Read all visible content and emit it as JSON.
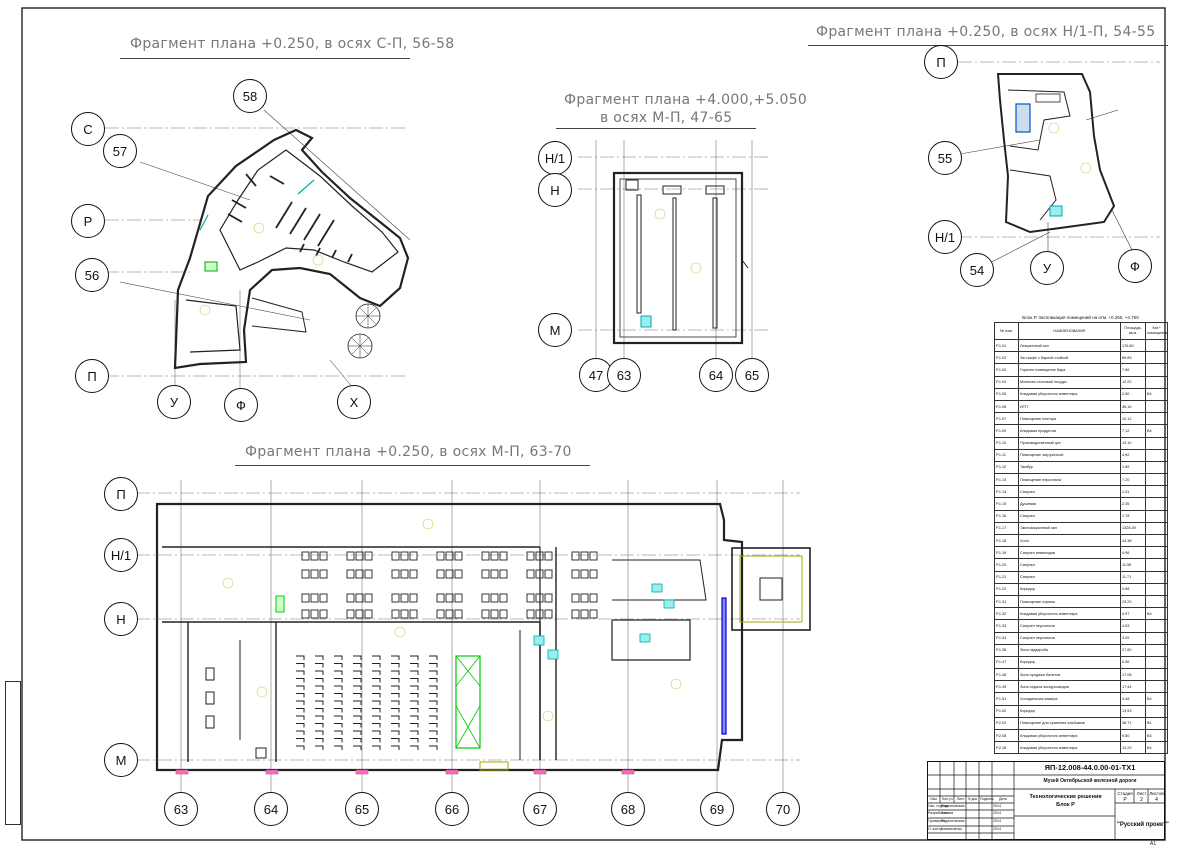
{
  "titles": {
    "plan_top_left": "Фрагмент плана +0.250, в осях С-П, 56-58",
    "plan_top_right": "Фрагмент плана +0.250, в осях Н/1-П, 54-55",
    "plan_mid_line1": "Фрагмент плана +4.000,+5.050",
    "plan_mid_line2": "в осях М-П, 47-65",
    "plan_bottom": "Фрагмент плана +0.250, в осях М-П, 63-70"
  },
  "axes": {
    "tl": [
      "58",
      "С",
      "57",
      "Р",
      "56",
      "П",
      "У",
      "Ф",
      "Х"
    ],
    "mid": [
      "Н/1",
      "Н",
      "М",
      "47",
      "63",
      "64",
      "65"
    ],
    "tr": [
      "П",
      "55",
      "Н/1",
      "54",
      "У",
      "Ф"
    ],
    "bottom": [
      "П",
      "Н/1",
      "Н",
      "М",
      "63",
      "64",
      "65",
      "66",
      "67",
      "68",
      "69",
      "70"
    ]
  },
  "explication": {
    "caption": "Блок Р. Экспликация помещений на отм. +0.250, +4.750",
    "headers": [
      "№ пом.",
      "НАИМЕНОВАНИЕ",
      "Площадь, кв.м.",
      "Кат.* помещения"
    ],
    "rows": [
      [
        "Р.1.01",
        "Лекционный зал",
        "176.80",
        ""
      ],
      [
        "Р.1.02",
        "Зал кафе с барной стойкой",
        "89.89",
        ""
      ],
      [
        "Р.1.03",
        "Горячее помещение бара",
        "7.86",
        ""
      ],
      [
        "Р.1.04",
        "Моечная столовой посуды",
        "12.22",
        ""
      ],
      [
        "Р.1.05",
        "Кладовая уборочного инвентаря",
        "2.50",
        "В4"
      ],
      [
        "Р.1.06",
        "ИТП",
        "36.15",
        ""
      ],
      [
        "Р.1.07",
        "Помещение лектора",
        "10.12",
        ""
      ],
      [
        "Р.1.09",
        "Кладовая продуктов",
        "7.12",
        "В4"
      ],
      [
        "Р.1.10",
        "Производственный цех",
        "13.10",
        ""
      ],
      [
        "Р.1.11",
        "Помещение загрузочной",
        "4.92",
        ""
      ],
      [
        "Р.1.12",
        "Тамбур",
        "1.89",
        ""
      ],
      [
        "Р.1.13",
        "Помещение персонала",
        "7.20",
        ""
      ],
      [
        "Р.1.14",
        "Санузел",
        "1.31",
        ""
      ],
      [
        "Р.1.15",
        "Душевая",
        "2.35",
        ""
      ],
      [
        "Р.1.16",
        "Санузел",
        "1.78",
        ""
      ],
      [
        "Р.1.17",
        "Экспозиционный зал",
        "1328.39",
        ""
      ],
      [
        "Р.1.18",
        "Холл",
        "34.38",
        ""
      ],
      [
        "Р.1.19",
        "Санузел инвалидов",
        "4.96",
        ""
      ],
      [
        "Р.1.20",
        "Санузел",
        "11.56",
        ""
      ],
      [
        "Р.1.21",
        "Санузел",
        "11.71",
        ""
      ],
      [
        "Р.1.22",
        "Коридор",
        "9.88",
        ""
      ],
      [
        "Р.1.31",
        "Помещение охраны",
        "23.20",
        ""
      ],
      [
        "Р.1.32",
        "Кладовая уборочного инвентаря",
        "4.97",
        "В4"
      ],
      [
        "Р.1.33",
        "Санузел персонала",
        "4.53",
        ""
      ],
      [
        "Р.1.34",
        "Санузел персонала",
        "3.09",
        ""
      ],
      [
        "Р.1.36",
        "Зона гардероба",
        "27.60",
        ""
      ],
      [
        "Р.1.47",
        "Коридор",
        "6.56",
        ""
      ],
      [
        "Р.1.48",
        "Зона продажи билетов",
        "17.08",
        ""
      ],
      [
        "Р.1.49",
        "Зона отдыха экскурсоводов",
        "17.44",
        ""
      ],
      [
        "Р.1.51",
        "Холодильная камера",
        "4.48",
        "В4"
      ],
      [
        "Р.1.52",
        "Коридор",
        "13.53",
        ""
      ],
      [
        "Р.2.02",
        "Помещение для хранения альбомов",
        "36.71",
        "В1"
      ],
      [
        "Р.2.08",
        "Кладовая уборочного инвентаря",
        "9.80",
        "В4"
      ],
      [
        "Р.2.18",
        "Кладовая уборочного инвентаря",
        "12.29",
        "В4"
      ]
    ]
  },
  "title_block": {
    "code": "ЯП-12.008-44.0.00-01-ТХ1",
    "object": "Музей Октябрьской железной дороги",
    "section": "Технологические решения",
    "block": "Блок Р",
    "stage_header": "Стадия",
    "sheet_header": "Лист",
    "sheets_header": "Листов",
    "stage": "Р",
    "sheet": "2",
    "sheets": "4",
    "company": "\"Русский проект\"",
    "format": "А1",
    "col_headers": [
      "Изм.",
      "Кол.уч",
      "Лист",
      "N док.",
      "Подпись",
      "Дата"
    ],
    "signers": [
      [
        "Нач. отдела",
        "Родионовская",
        "2014"
      ],
      [
        "Разработал",
        "Зонова",
        "2014"
      ],
      [
        "Проверил",
        "Родионовская",
        "2014"
      ],
      [
        "Н. контр.",
        "Ковальченко",
        "2014"
      ]
    ]
  }
}
